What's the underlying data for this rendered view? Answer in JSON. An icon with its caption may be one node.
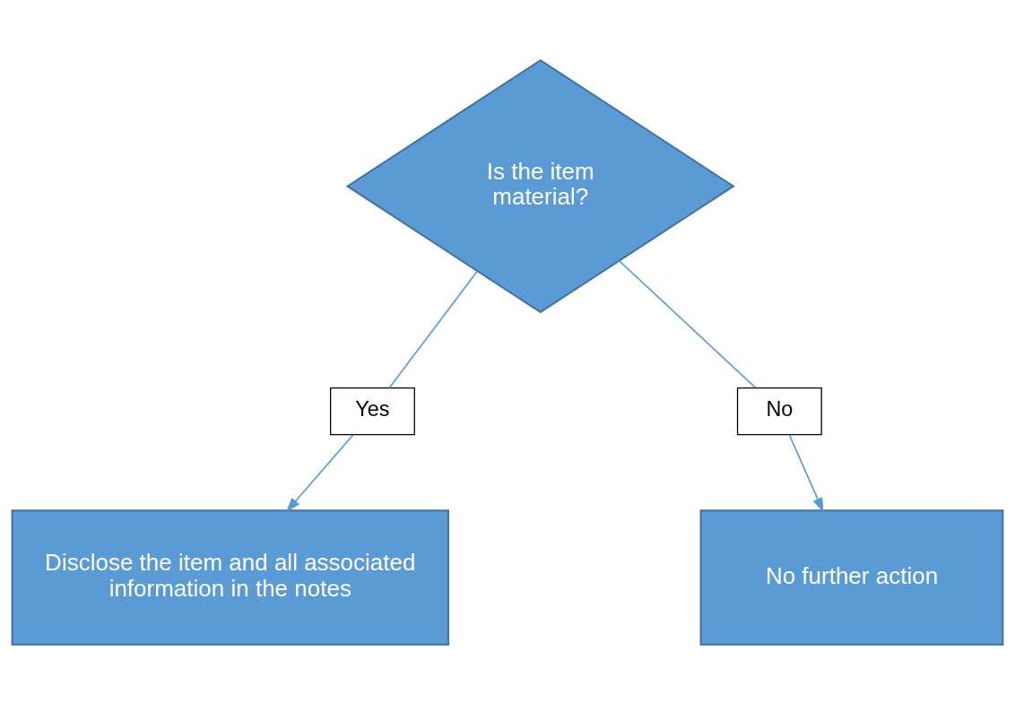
{
  "diagram": {
    "nodes": [
      {
        "text": [
          "Is the item material?"
        ]
      },
      {
        "text": [
          "Yes"
        ]
      },
      {
        "text": [
          "No"
        ]
      },
      {
        "text": [
          "Disclose the item and all associated information in the notes"
        ]
      },
      {
        "text": [
          "No further action"
        ]
      }
    ],
    "edges": [
      {
        "from": 0,
        "to": 1,
        "arrow": "none"
      },
      {
        "from": 0,
        "to": 2,
        "arrow": "none"
      },
      {
        "from": 1,
        "to": 3,
        "arrow": "to"
      },
      {
        "from": 2,
        "to": 4,
        "arrow": "to"
      }
    ]
  }
}
